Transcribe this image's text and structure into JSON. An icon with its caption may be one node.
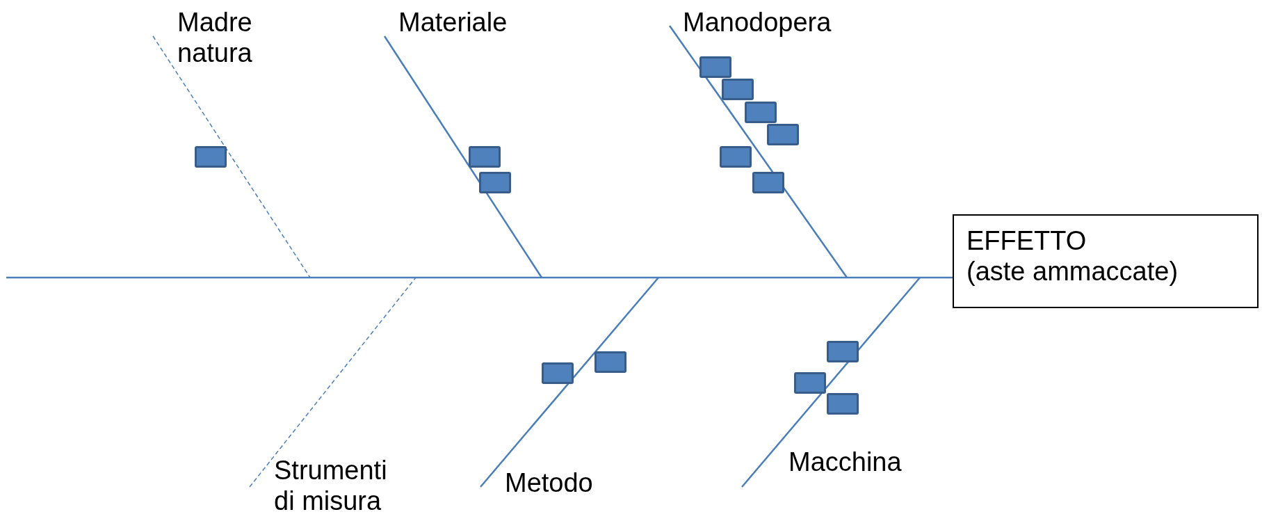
{
  "diagram": {
    "nodes": [
      {
        "text": [
          "EFFETTO (aste ammaccate)"
        ]
      },
      {
        "text": [
          "Madre natura"
        ]
      },
      {
        "text": [
          "Materiale"
        ]
      },
      {
        "text": [
          "Manodopera"
        ]
      },
      {
        "text": [
          "Strumenti di misura"
        ]
      },
      {
        "text": [
          "Metodo"
        ]
      },
      {
        "text": [
          "Macchina"
        ]
      },
      {
        "text": [],
        "shape": "box"
      },
      {
        "text": [],
        "shape": "box"
      },
      {
        "text": [],
        "shape": "box"
      },
      {
        "text": [],
        "shape": "box"
      },
      {
        "text": [],
        "shape": "box"
      },
      {
        "text": [],
        "shape": "box"
      },
      {
        "text": [],
        "shape": "box"
      },
      {
        "text": [],
        "shape": "box"
      },
      {
        "text": [],
        "shape": "box"
      },
      {
        "text": [],
        "shape": "box"
      },
      {
        "text": [],
        "shape": "box"
      },
      {
        "text": [],
        "shape": "box"
      },
      {
        "text": [],
        "shape": "box"
      },
      {
        "text": [],
        "shape": "box"
      }
    ],
    "edges": [
      {
        "from": null,
        "to": 0,
        "arrow": "none"
      },
      {
        "from": 1,
        "to": null,
        "arrow": "none",
        "style": "dashed"
      },
      {
        "from": 2,
        "to": null,
        "arrow": "none"
      },
      {
        "from": 3,
        "to": null,
        "arrow": "none"
      },
      {
        "from": 4,
        "to": null,
        "arrow": "none",
        "style": "dashed"
      },
      {
        "from": 5,
        "to": null,
        "arrow": "none"
      },
      {
        "from": 6,
        "to": null,
        "arrow": "none"
      }
    ]
  }
}
